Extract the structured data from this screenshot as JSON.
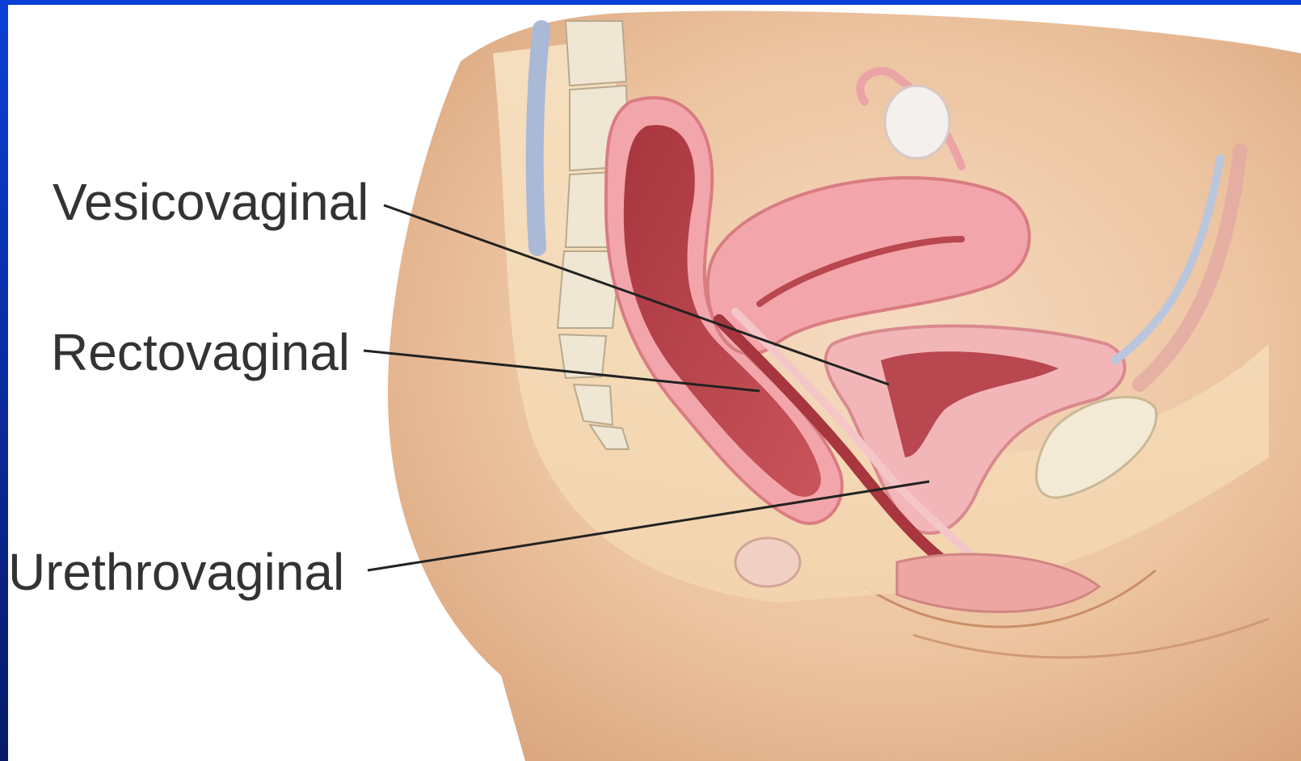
{
  "labels": {
    "vesicovaginal": "Vesicovaginal",
    "rectovaginal": "Rectovaginal",
    "urethrovaginal": "Urethrovaginal"
  },
  "colors": {
    "frame_border": "#0b3fd6",
    "background": "#ffffff",
    "skin": "#e9c09c",
    "label_text": "#333333",
    "leader_line": "#222222",
    "rectum": "#b8474f",
    "uterus": "#f0a7ab",
    "bladder": "#f2b3b5"
  }
}
